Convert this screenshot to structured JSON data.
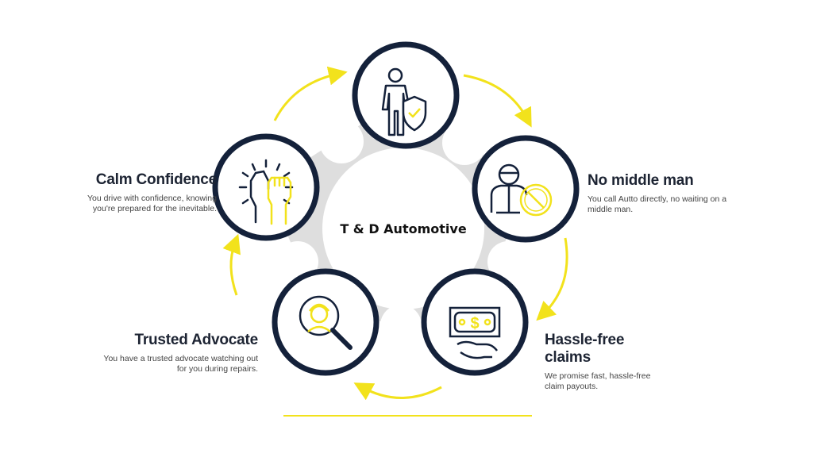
{
  "center_title": "T & D Automotive",
  "steps": [
    {
      "title": "Calm Confidence",
      "desc": "You drive with confidence, knowing you're prepared for the inevitable.",
      "icon": "high-five-icon"
    },
    {
      "title": "No middle man",
      "desc": "You call Autto directly, no waiting on a middle man.",
      "icon": "person-no-icon"
    },
    {
      "title": "Hassle-free claims",
      "desc": "We promise fast, hassle-free claim payouts.",
      "icon": "money-hand-icon"
    },
    {
      "title": "Trusted Advocate",
      "desc": "You have a trusted advocate watching out for you during repairs.",
      "icon": "magnifier-person-icon"
    }
  ],
  "top_icon": "person-shield-icon",
  "colors": {
    "navy": "#14213a",
    "yellow": "#f2e21c",
    "gray": "#dedede"
  }
}
